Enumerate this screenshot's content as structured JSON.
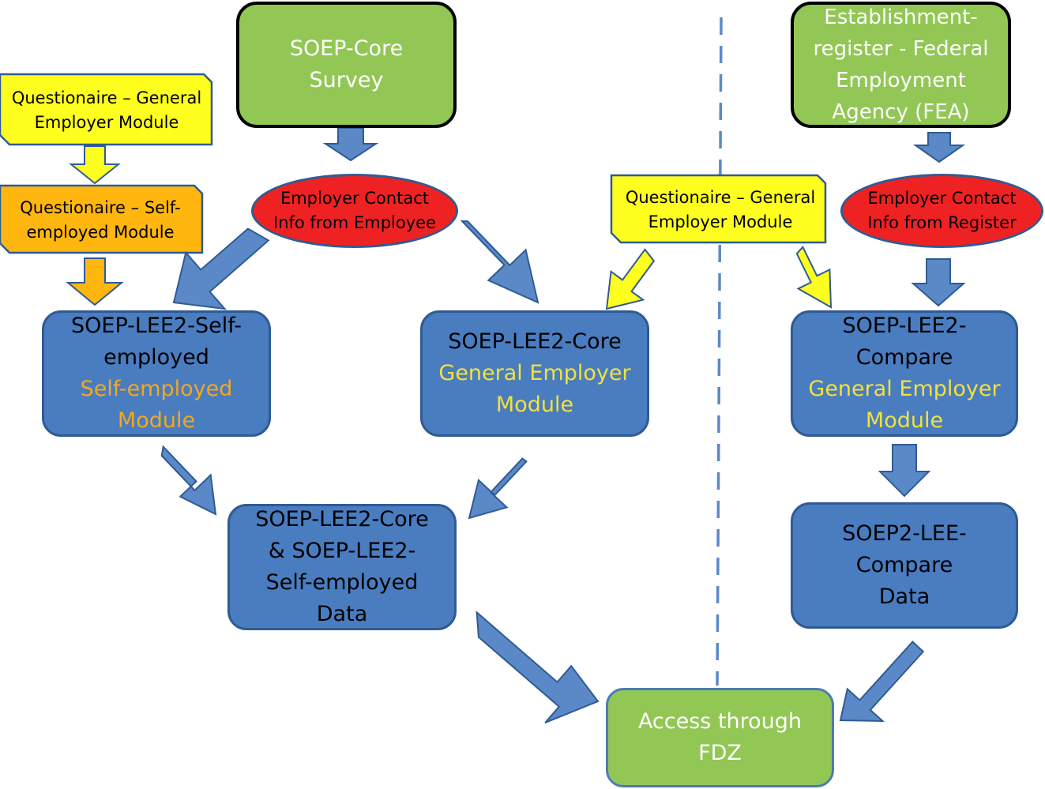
{
  "colors": {
    "green": "#92c755",
    "blue_box": "#4a7cc0",
    "arrow_blue": "#5b89c7",
    "arrow_yellow": "#ffff1f",
    "arrow_orange": "#ffb60f",
    "note_yellow": "#ffff1f",
    "note_orange": "#ffb60f",
    "oval_red": "#ee2222",
    "module_text_yellow": "#f2e23a",
    "module_text_orange": "#f4a81c"
  },
  "nodes": {
    "soep_core_survey": {
      "line1": "SOEP-Core",
      "line2": "Survey"
    },
    "establishment_register": {
      "line1": "Establishment-",
      "line2": "register - Federal",
      "line3": "Employment",
      "line4": "Agency (FEA)"
    },
    "q_general_left": {
      "line1": "Questionaire – General",
      "line2": "Employer  Module"
    },
    "q_self_employed": {
      "line1": "Questionaire – Self-",
      "line2": "employed Module"
    },
    "q_general_center": {
      "line1": "Questionaire – General",
      "line2": "Employer  Module"
    },
    "contact_employee": {
      "line1": "Employer Contact",
      "line2": "Info from Employee"
    },
    "contact_register": {
      "line1": "Employer Contact",
      "line2": "Info from Register"
    },
    "lee2_self_employed": {
      "line1": "SOEP-LEE2-Self-",
      "line2": "employed",
      "module1": "Self-employed",
      "module2": "Module"
    },
    "lee2_core": {
      "line1": "SOEP-LEE2-Core",
      "module1": "General Employer",
      "module2": "Module"
    },
    "lee2_compare": {
      "line1": "SOEP-LEE2-",
      "line2": "Compare",
      "module1": "General Employer",
      "module2": "Module"
    },
    "core_self_data": {
      "line1": "SOEP-LEE2-Core",
      "line2": "& SOEP-LEE2-",
      "line3": "Self-employed",
      "line4": "Data"
    },
    "compare_data": {
      "line1": "SOEP2-LEE-",
      "line2": "Compare",
      "line3": "Data"
    },
    "access_fdz": {
      "line1": "Access through",
      "line2": "FDZ"
    }
  }
}
